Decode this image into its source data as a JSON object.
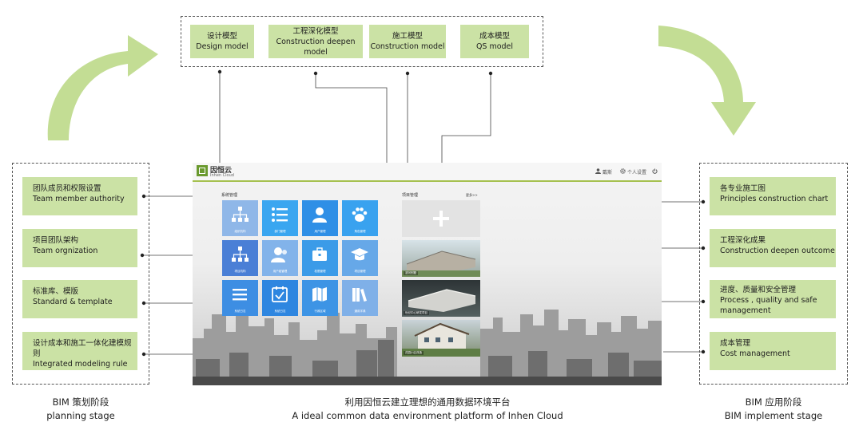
{
  "title": {
    "cn": "利用因恒云建立理想的通用数据环境平台",
    "en": "A ideal common data environment platform of Inhen Cloud"
  },
  "models": [
    {
      "cn": "设计模型",
      "en": "Design model"
    },
    {
      "cn": "工程深化模型",
      "en": "Construction deepen model"
    },
    {
      "cn": "施工模型",
      "en": "Construction model"
    },
    {
      "cn": "成本模型",
      "en": "QS model"
    }
  ],
  "planning": {
    "stage_cn": "BIM 策划阶段",
    "stage_en": "planning stage",
    "items": [
      {
        "cn": "团队成员和权限设置",
        "en": "Team member authority"
      },
      {
        "cn": "项目团队架构",
        "en": "Team orgnization"
      },
      {
        "cn": "标准库、模版",
        "en": "Standard & template"
      },
      {
        "cn": "设计成本和施工一体化建模规则",
        "en": "Integrated modeling rule"
      }
    ]
  },
  "implement": {
    "stage_cn": "BIM 应用阶段",
    "stage_en": "BIM implement stage",
    "items": [
      {
        "cn": "各专业施工图",
        "en": "Principles construction chart"
      },
      {
        "cn": "工程深化成果",
        "en": "Construction deepen outcome"
      },
      {
        "cn": "进度、质量和安全管理",
        "en": "Process , quality and safe management"
      },
      {
        "cn": "成本管理",
        "en": "Cost management"
      }
    ]
  },
  "screen": {
    "logo_cn": "因恒云",
    "logo_en": "Inhen Cloud",
    "user": "戴斯",
    "settings": "个人设置",
    "system_section": "系统管理",
    "project_section": "项目管理",
    "more": "更多>>",
    "tiles": [
      {
        "label": "组织机构",
        "icon": "org-chart-icon",
        "color": "#8fb7e8"
      },
      {
        "label": "部门管理",
        "icon": "list-icon",
        "color": "#3aa6f0"
      },
      {
        "label": "用户管理",
        "icon": "user-icon",
        "color": "#2f8fe6"
      },
      {
        "label": "角色管理",
        "icon": "paw-icon",
        "color": "#39a2ef"
      },
      {
        "label": "项目机构",
        "icon": "org-chart-icon",
        "color": "#4a7fd6"
      },
      {
        "label": "用户组管理",
        "icon": "user-group-icon",
        "color": "#82b3ea"
      },
      {
        "label": "权限管理",
        "icon": "briefcase-icon",
        "color": "#3b9be8"
      },
      {
        "label": "项目管理",
        "icon": "graduation-icon",
        "color": "#66a8e8"
      },
      {
        "label": "系统日志",
        "icon": "menu-icon",
        "color": "#3d8ee3"
      },
      {
        "label": "系统日志",
        "icon": "calendar-check-icon",
        "color": "#2e86e0"
      },
      {
        "label": "行政区域",
        "icon": "map-icon",
        "color": "#3d94e5"
      },
      {
        "label": "通用字典",
        "icon": "books-icon",
        "color": "#7fb0e8"
      }
    ],
    "projects": [
      {
        "label": "",
        "kind": "add"
      },
      {
        "label": "滨河别墅",
        "kind": "image"
      },
      {
        "label": "世纪中心研发项目",
        "kind": "image"
      },
      {
        "label": "花园小区改造",
        "kind": "image"
      }
    ]
  },
  "colors": {
    "box_fill": "#cbe2a5",
    "arrow": "#c3dd94",
    "accent": "#a5c14f"
  }
}
